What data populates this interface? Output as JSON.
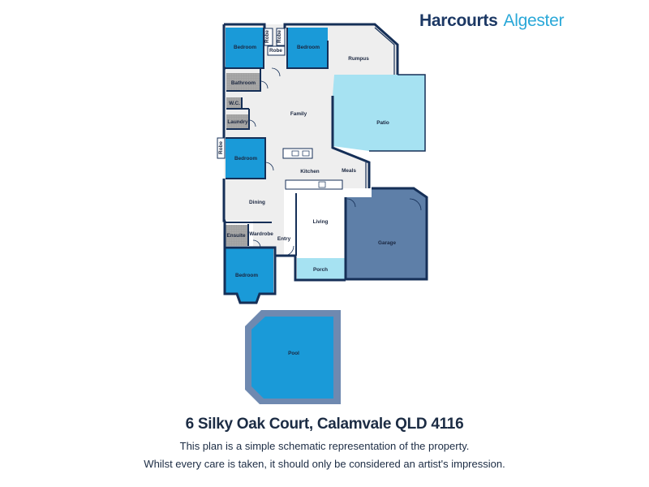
{
  "logo": {
    "brand": "Harcourts",
    "branch": "Algester"
  },
  "rooms": {
    "bedroom_1": "Bedroom",
    "bedroom_2": "Bedroom",
    "bedroom_3": "Bedroom",
    "bedroom_4": "Bedroom",
    "robe_1": "Robe",
    "robe_2": "Robe",
    "robe_3": "Robe",
    "robe_4": "Robe",
    "rumpus": "Rumpus",
    "bathroom": "Bathroom",
    "wc": "W.C.",
    "laundry": "Laundry",
    "family": "Family",
    "patio": "Patio",
    "kitchen": "Kitchen",
    "meals": "Meals",
    "dining": "Dining",
    "living": "Living",
    "garage": "Garage",
    "ensuite": "Ensuite",
    "wardrobe": "Wardrobe",
    "entry": "Entry",
    "porch": "Porch",
    "pool": "Pool"
  },
  "colors": {
    "bedroom": "#1a9ad8",
    "outdoor": "#a6e2f2",
    "garage": "#5e7fa8",
    "wet_area": "#a7a7a7",
    "wall": "#152f57",
    "living_floor": "#eeeeee",
    "pool_edge": "#6f89b0"
  },
  "address": "6 Silky Oak Court, Calamvale  QLD 4116",
  "disclaimer_line1": "This plan is a simple schematic representation of the property.",
  "disclaimer_line2": "Whilst every care is taken, it should only be considered an artist's impression."
}
